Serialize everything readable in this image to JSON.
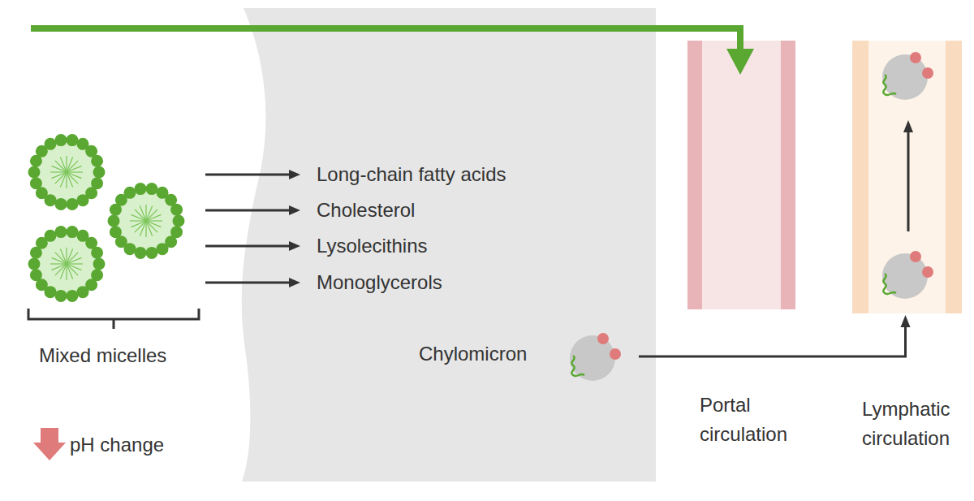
{
  "diagram": {
    "nodes": [
      {
        "text": [
          "Chylomicron"
        ]
      },
      {
        "text": [
          "Portal circulation"
        ]
      },
      {
        "text": [
          "Lymphatic circulation"
        ]
      }
    ],
    "edges": [
      {
        "from": 0,
        "to": 2,
        "arrow": "to"
      }
    ],
    "labels": [
      "Long-chain fatty acids",
      "Cholesterol",
      "Lysolecithins",
      "Monoglycerols",
      "Mixed micelles",
      "pH change"
    ]
  }
}
